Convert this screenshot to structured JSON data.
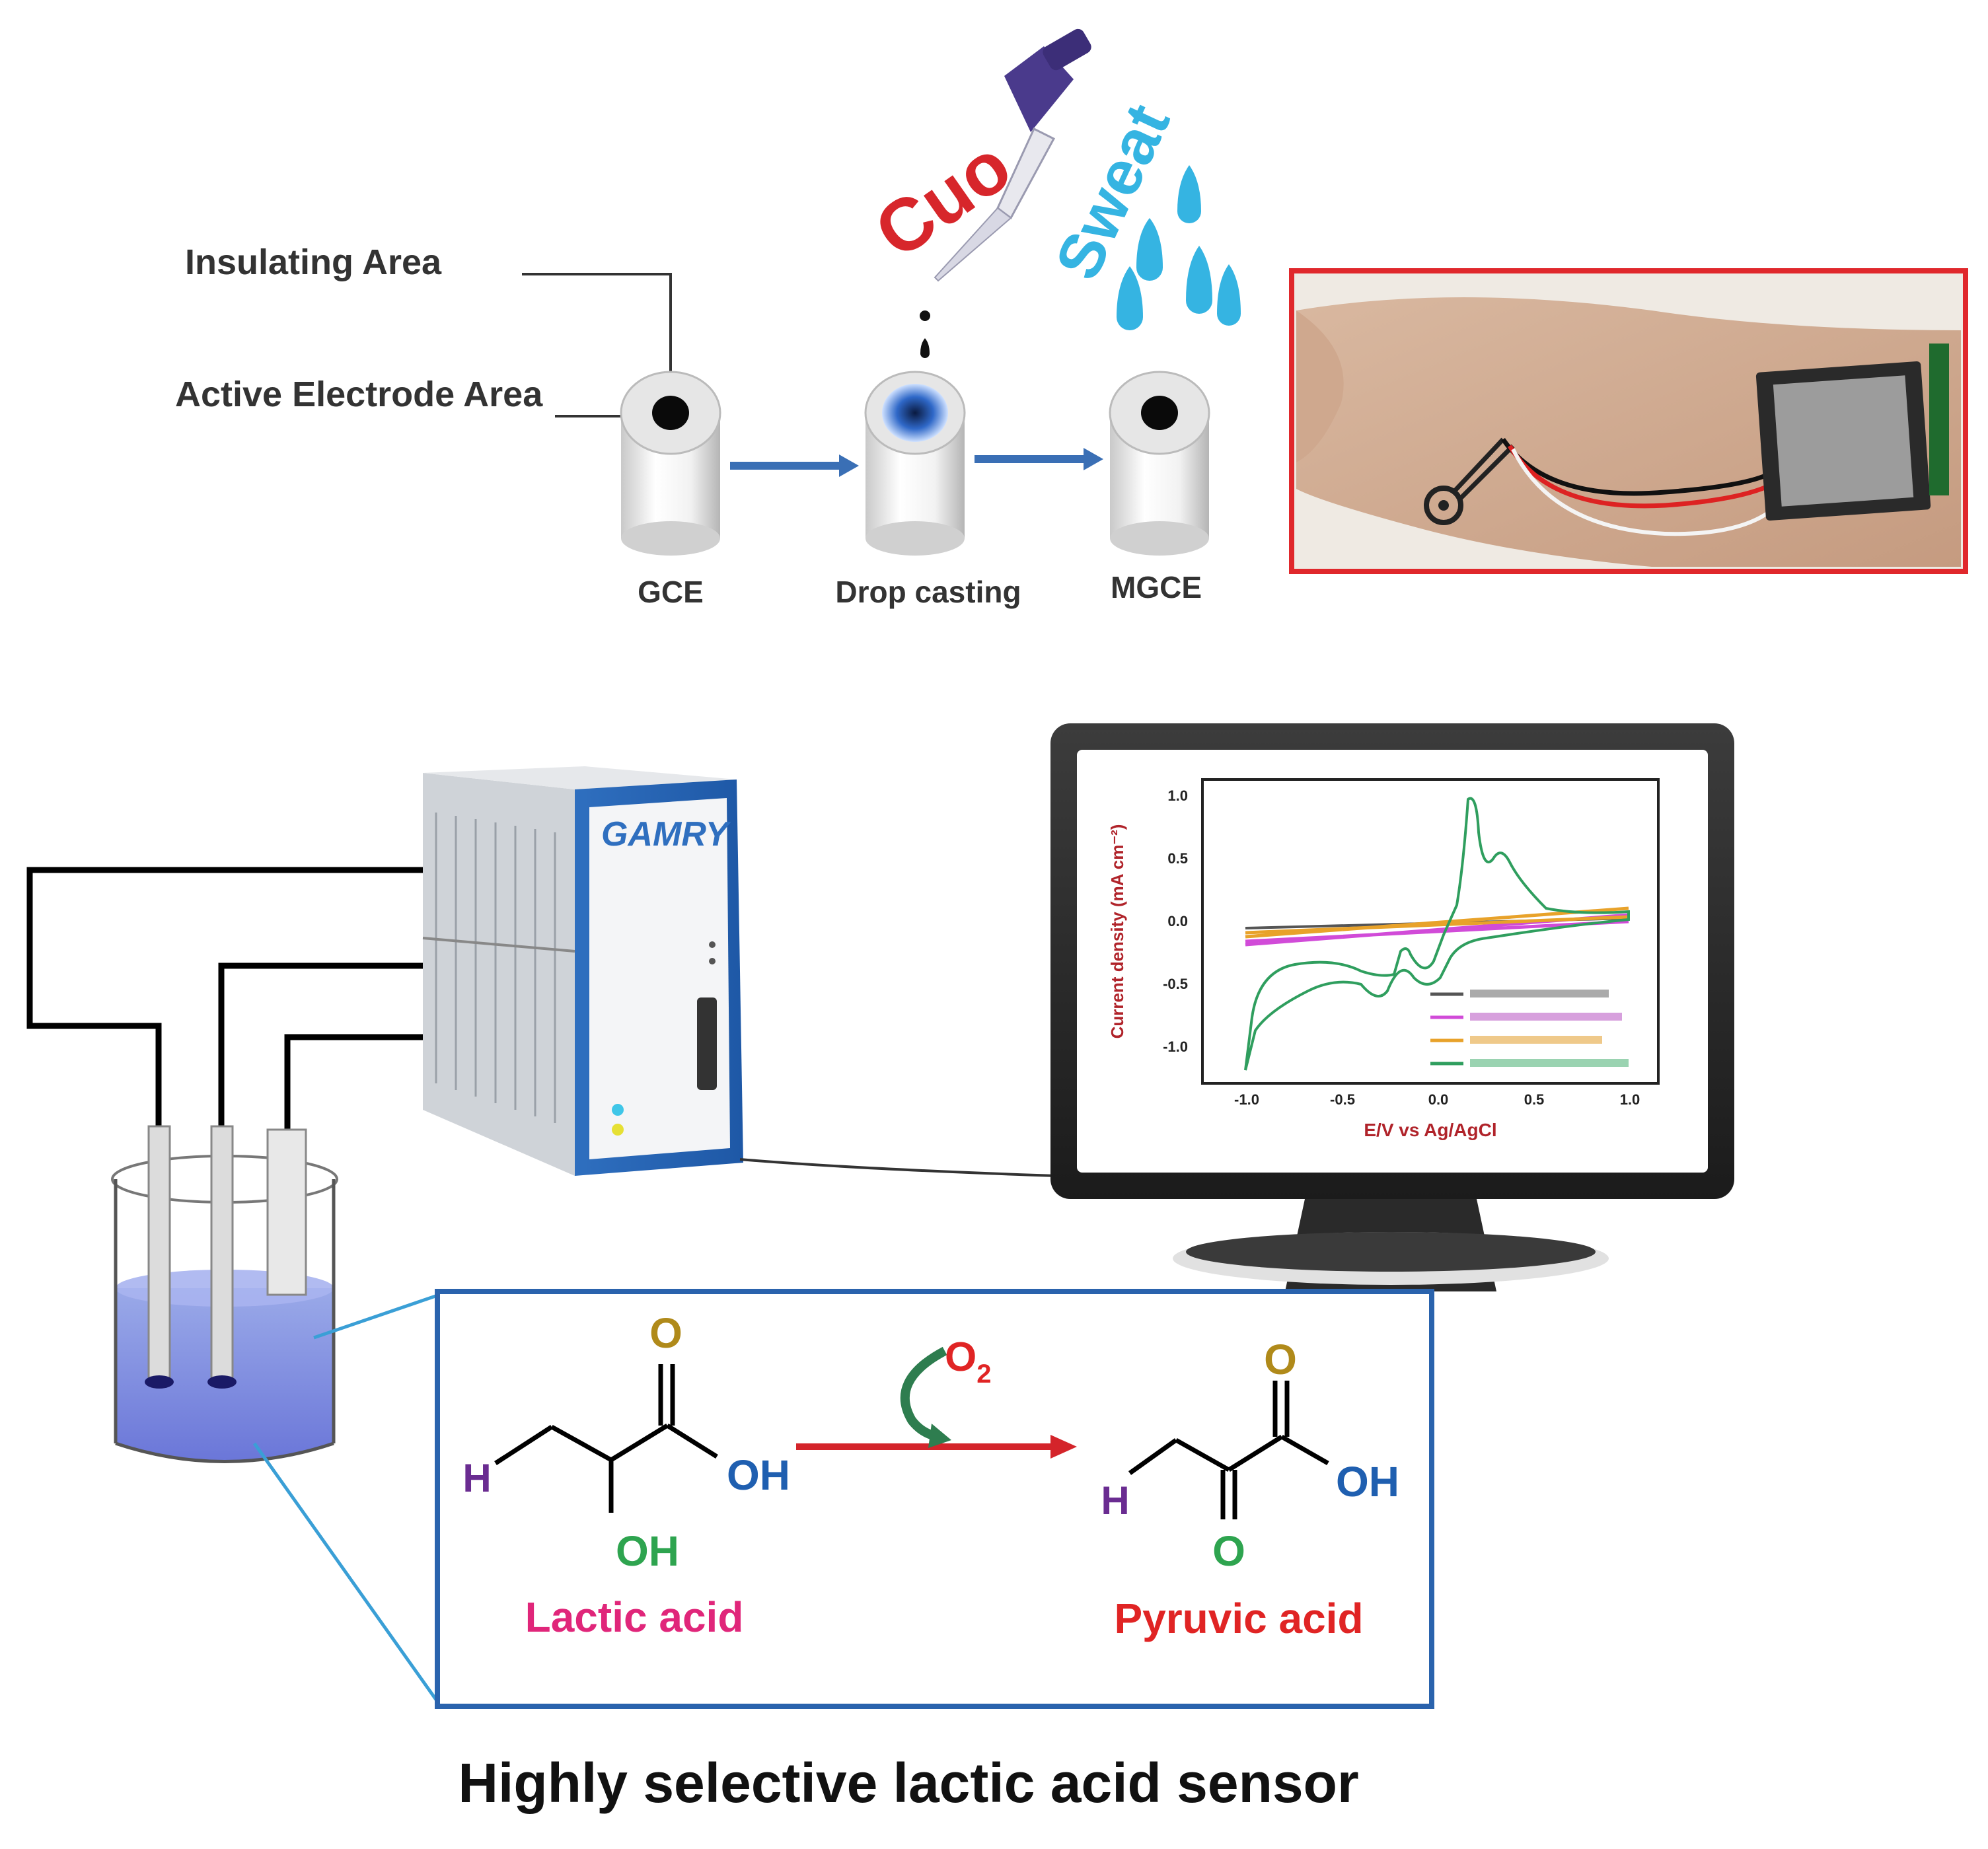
{
  "electrode_prep": {
    "insulating_area": "Insulating Area",
    "active_area": "Active Electrode Area",
    "cuo": "Cuo",
    "sweat": "Sweat",
    "steps": [
      "GCE",
      "Drop casting",
      "MGCE"
    ]
  },
  "potentiostat": {
    "brand": "GAMRY"
  },
  "monitor_chart": {
    "ylabel": "Current density (mA cm⁻²)",
    "xlabel": "E/V vs Ag/AgCl",
    "yticks": [
      "1.0",
      "0.5",
      "0.0",
      "-0.5",
      "-1.0"
    ],
    "xticks": [
      "-1.0",
      "-0.5",
      "0.0",
      "0.5",
      "1.0"
    ]
  },
  "reaction": {
    "reactant_o": "O",
    "reactant_h": "H",
    "reactant_oh_right": "OH",
    "reactant_oh_bottom": "OH",
    "reactant_name": "Lactic acid",
    "oxidant": "O",
    "oxidant_sub": "2",
    "product_o_top": "O",
    "product_h": "H",
    "product_oh": "OH",
    "product_o_bottom": "O",
    "product_name": "Pyruvic acid"
  },
  "caption": "Highly selective lactic acid sensor",
  "colors": {
    "cuo": "#d7262b",
    "sweat": "#35b4e2",
    "arrow_blue": "#3a6fb5",
    "frame_red": "#e0282c",
    "frame_blue": "#2a63ad",
    "h_purple": "#6a2c91",
    "oh_blue": "#1f5fb0",
    "oh_green": "#2ea44f",
    "o_olive": "#b08a1a",
    "lactic": "#e0267a",
    "pyruvic": "#e02424",
    "reaction_arrow": "#d4242a"
  }
}
